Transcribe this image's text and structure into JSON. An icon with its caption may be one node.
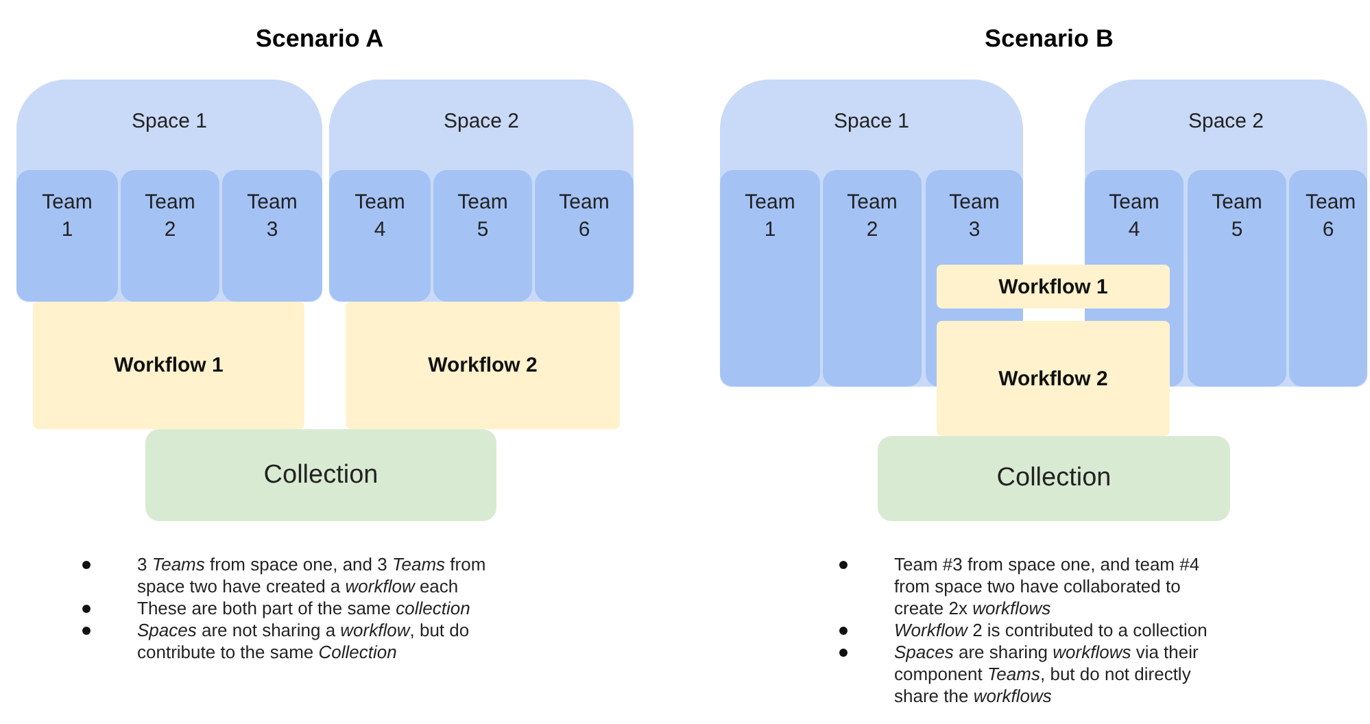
{
  "diagram": {
    "nodes": [
      {
        "text": [
          "Space 1"
        ]
      },
      {
        "text": [
          "Team 1"
        ],
        "in": 0
      },
      {
        "text": [
          "Team 2"
        ],
        "in": 0
      },
      {
        "text": [
          "Team 3"
        ],
        "in": 0
      },
      {
        "text": [
          "Space 2"
        ]
      },
      {
        "text": [
          "Team 4"
        ],
        "in": 4
      },
      {
        "text": [
          "Team 5"
        ],
        "in": 4
      },
      {
        "text": [
          "Team 6"
        ],
        "in": 4
      },
      {
        "text": [
          "Workflow 1"
        ]
      },
      {
        "text": [
          "Workflow 2"
        ]
      },
      {
        "text": [
          "Collection"
        ]
      },
      {
        "text": [
          "Space 1"
        ]
      },
      {
        "text": [
          "Team 1"
        ],
        "in": 11
      },
      {
        "text": [
          "Team 2"
        ],
        "in": 11
      },
      {
        "text": [
          "Team 3"
        ],
        "in": 11
      },
      {
        "text": [
          "Space 2"
        ]
      },
      {
        "text": [
          "Team 4"
        ],
        "in": 15
      },
      {
        "text": [
          "Team 5"
        ],
        "in": 15
      },
      {
        "text": [
          "Team 6"
        ],
        "in": 15
      },
      {
        "text": [
          "Workflow 1"
        ]
      },
      {
        "text": [
          "Workflow 2"
        ]
      },
      {
        "text": [
          "Collection"
        ]
      }
    ],
    "labels": [
      "Scenario A",
      "Scenario B",
      "3 *Teams* from space one, and 3 *Teams* from space two have created a *workflow* each",
      "These are both part of the same *collection*",
      "*Spaces* are not sharing a *workflow*, but do contribute to the same *Collection*",
      "Team #3 from space one, and team #4 from space two have collaborated to create 2x *workflows*",
      "*Workflow* 2 is contributed to a collection",
      "*Spaces* are sharing *workflows* via their component *Teams*, but do not directly share the *workflows*"
    ]
  }
}
